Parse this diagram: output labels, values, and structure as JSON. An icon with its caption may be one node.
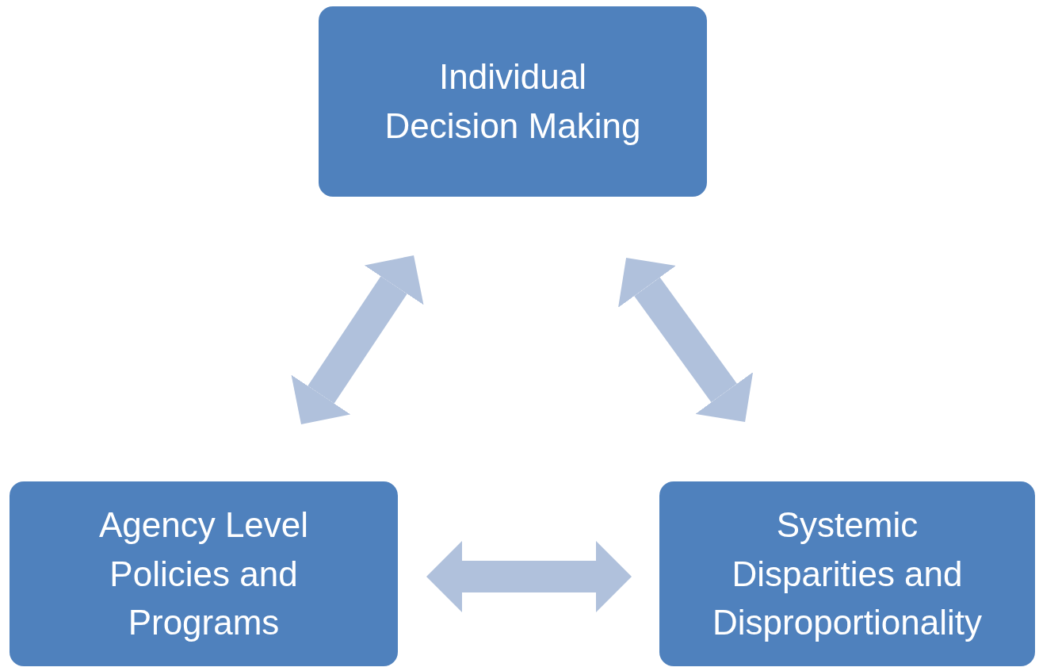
{
  "diagram": {
    "nodes": [
      {
        "text": [
          "Individual Decision Making"
        ]
      },
      {
        "text": [
          "Agency Level Policies and Programs"
        ]
      },
      {
        "text": [
          "Systemic Disparities and Disproportionality"
        ]
      }
    ],
    "edges": [
      {
        "from": 0,
        "to": 1,
        "arrow": "both"
      },
      {
        "from": 0,
        "to": 2,
        "arrow": "both"
      },
      {
        "from": 1,
        "to": 2,
        "arrow": "both"
      }
    ]
  }
}
